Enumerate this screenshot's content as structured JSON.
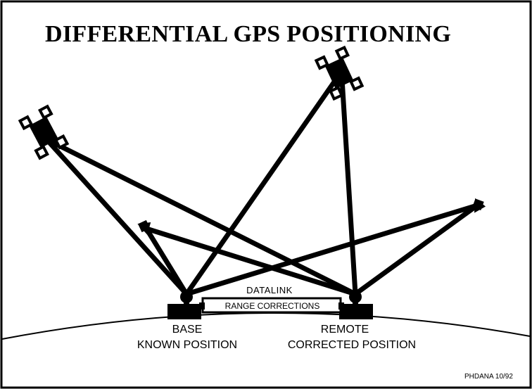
{
  "title": "DIFFERENTIAL GPS POSITIONING",
  "datalink_label": "DATALINK",
  "range_corrections_label": "RANGE CORRECTIONS",
  "base": {
    "name": "BASE",
    "description": "KNOWN POSITION"
  },
  "remote": {
    "name": "REMOTE",
    "description": "CORRECTED POSITION"
  },
  "credit": "PHDANA 10/92",
  "colors": {
    "ink": "#000000",
    "background": "#ffffff"
  },
  "icons": [
    "satellite-icon",
    "receiver-icon"
  ]
}
